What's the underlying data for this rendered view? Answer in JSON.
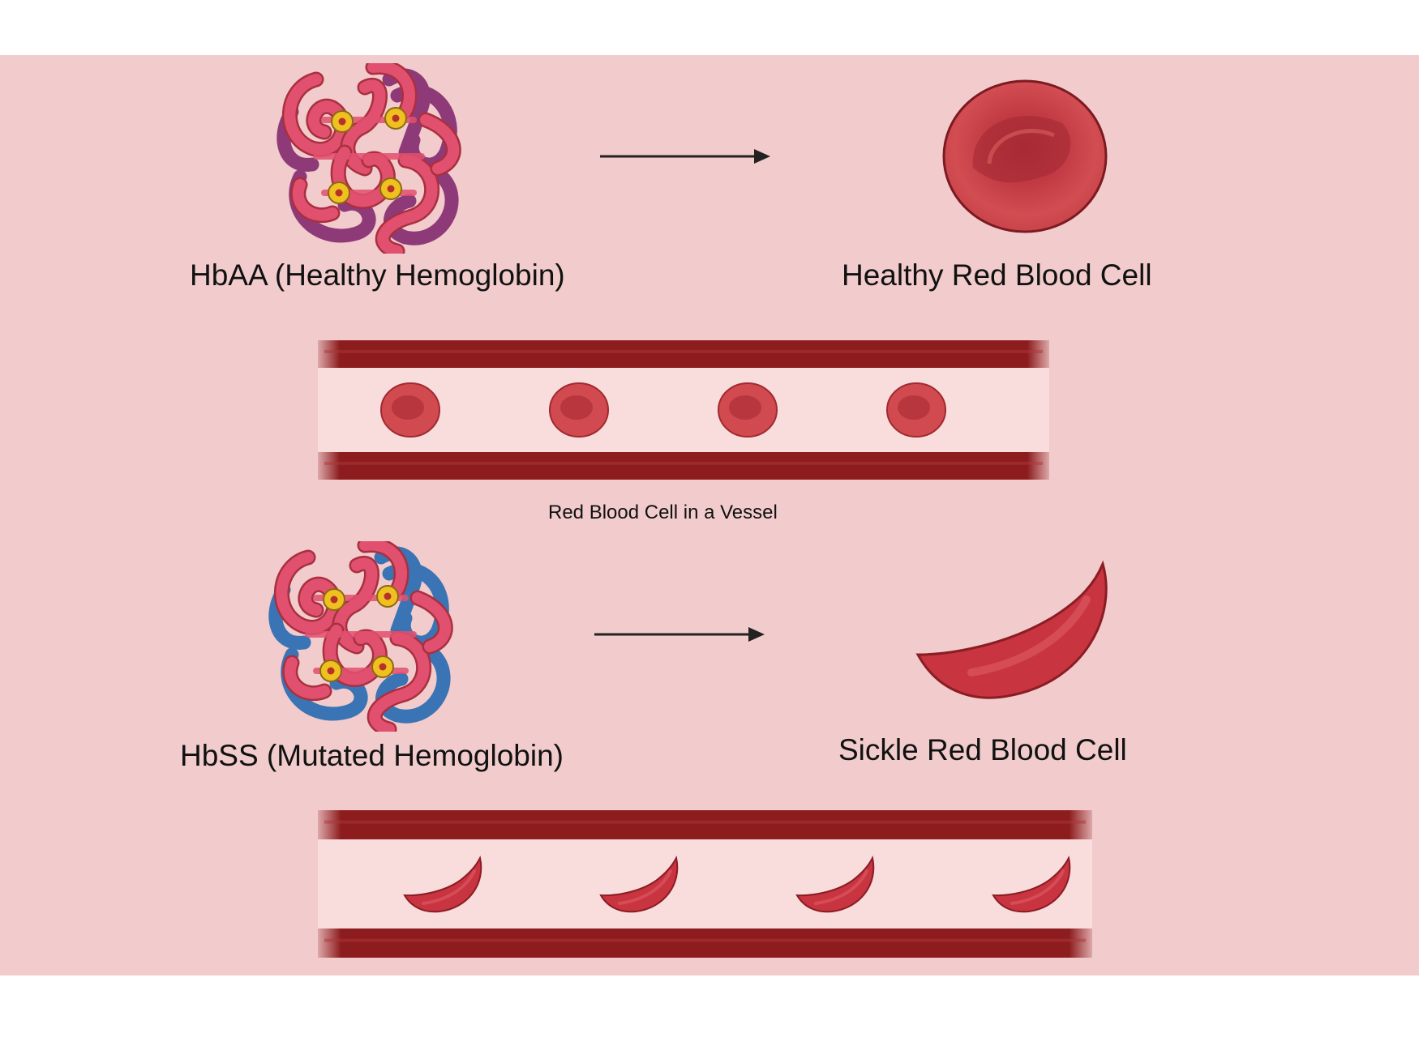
{
  "colors": {
    "background": "#f2cbcc",
    "page": "#ffffff",
    "vessel_wall": "#8c1c1e",
    "vessel_lumen": "#f9dcdc",
    "cell": "#d04a4f",
    "cell_dark": "#a82a32",
    "alpha_chain": "#e2506f",
    "beta_chain_normal": "#8e3a78",
    "beta_chain_mutated": "#3a74b4",
    "heme": "#f0c020",
    "arrow": "#222222"
  },
  "healthy": {
    "molecule_label": "HbAA (Healthy Hemoglobin)",
    "molecule_icon": "hemoglobin-icon",
    "cell_label": "Healthy Red Blood Cell",
    "cell_icon": "red-blood-cell-icon"
  },
  "vessel_caption": "Red Blood Cell in a Vessel",
  "sickle": {
    "molecule_label": "HbSS (Mutated Hemoglobin)",
    "molecule_icon": "mutated-hemoglobin-icon",
    "cell_label": "Sickle Red Blood Cell",
    "cell_icon": "sickle-cell-icon"
  }
}
